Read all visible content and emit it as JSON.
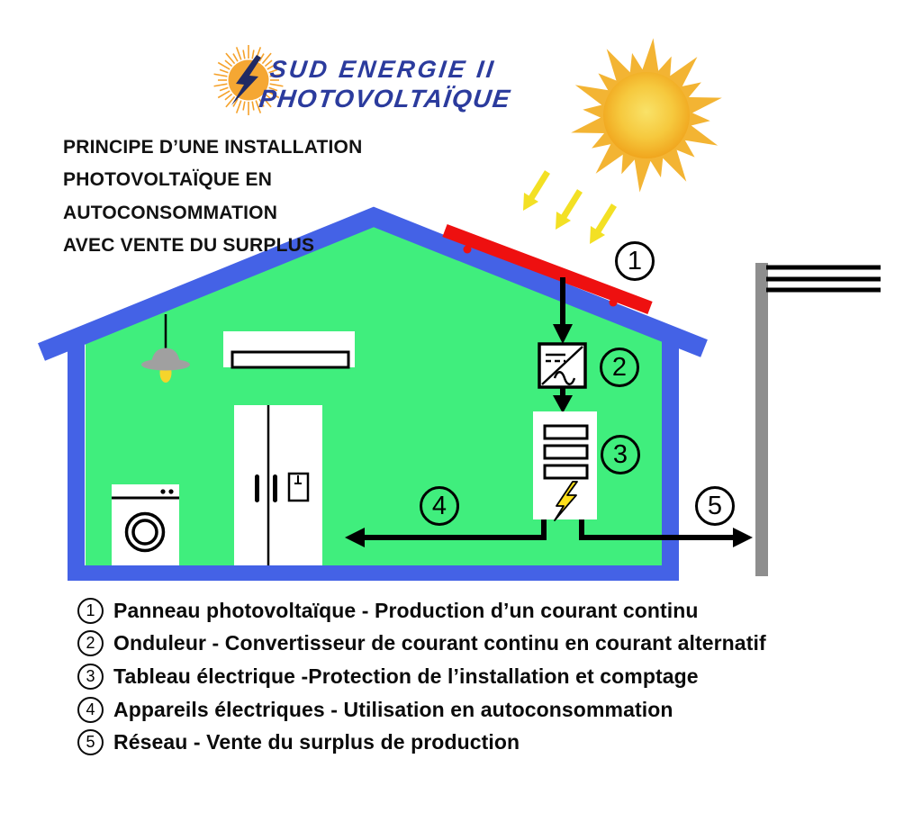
{
  "logo": {
    "line1": "SUD ENERGIE II",
    "line2": "PHOTOVOLTAÏQUE",
    "icon": "sun-lightning-icon"
  },
  "title": {
    "lines": [
      "PRINCIPE D’UNE INSTALLATION",
      "PHOTOVOLTAÏQUE EN",
      "AUTOCONSOMMATION",
      "AVEC VENTE DU SURPLUS"
    ]
  },
  "diagram": {
    "markers": [
      "1",
      "2",
      "3",
      "4",
      "5"
    ],
    "colors": {
      "house_blue": "#4462E6",
      "interior_green": "#40EE7D",
      "panel_red": "#EE1010",
      "sun_core_yellow": "#F8DE55",
      "sun_edge_orange": "#F0A41C",
      "ray_yellow": "#F3E024",
      "pole_gray": "#8E8E8E",
      "bolt_yellow": "#FFE01A",
      "logo_blue": "#2B3B9D"
    },
    "icons": [
      "sun-icon",
      "solar-panel-icon",
      "inverter-icon",
      "electrical-panel-icon",
      "lightning-bolt-icon",
      "ceiling-lamp-icon",
      "air-conditioner-icon",
      "fridge-icon",
      "washing-machine-icon",
      "utility-pole-icon",
      "down-arrow-icon",
      "left-arrow-icon",
      "right-arrow-icon",
      "sunray-arrow-icon"
    ]
  },
  "legend": {
    "items": [
      {
        "num": "1",
        "text": "Panneau photovoltaïque - Production d’un courant continu"
      },
      {
        "num": "2",
        "text": "Onduleur - Convertisseur de courant continu en courant alternatif"
      },
      {
        "num": "3",
        "text": "Tableau électrique -Protection de l’installation et comptage"
      },
      {
        "num": "4",
        "text": "Appareils électriques - Utilisation en autoconsommation"
      },
      {
        "num": "5",
        "text": "Réseau - Vente du surplus de production"
      }
    ]
  }
}
